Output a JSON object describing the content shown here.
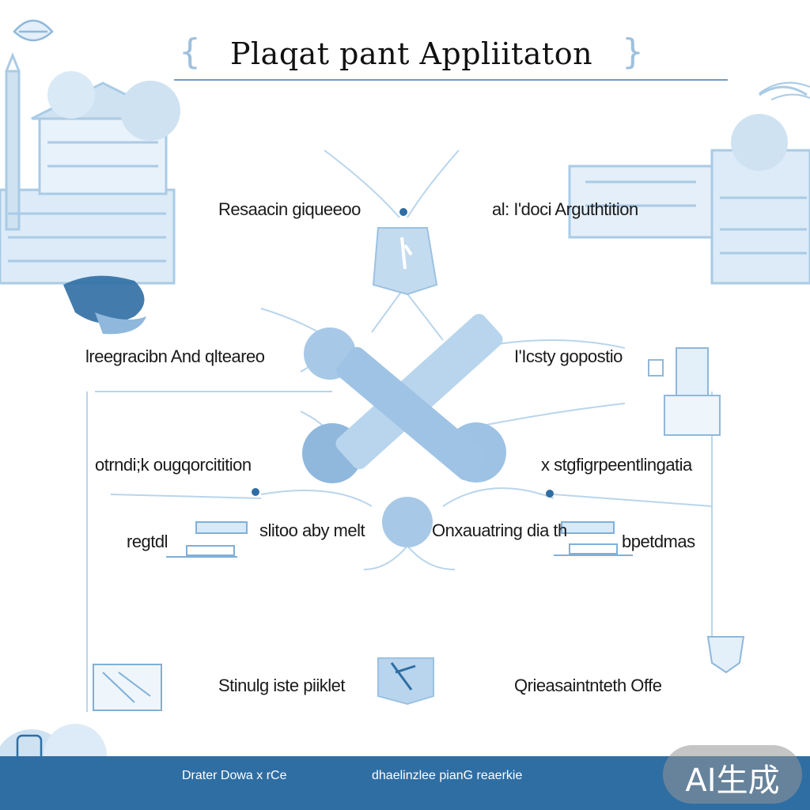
{
  "title": "Plaqat pant Appliitaton",
  "labels": {
    "top_left": "Resaacin giqueeoo",
    "top_right": "al: I'doci Arguthtition",
    "mid_left": "lreegracibn And qlteareo",
    "mid_right": "I'Icsty gopostio",
    "row3_left": "otrndi;k ougqorcitition",
    "row3_right": "x stgfigrpeentlingatia",
    "row4_far_left": "regtdl",
    "row4_left": "slitoo aby melt",
    "row4_right": "Onxauatring dia th",
    "row4_far_right": "bpetdmas",
    "bottom_left": "Stinulg iste piiklet",
    "bottom_right": "Qrieasaintnteth Offe"
  },
  "footer": {
    "text_1": "Drater Dowa x rCe",
    "text_2": "dhaelinzlee pianG reaerkie"
  },
  "watermark": "AI生成",
  "colors": {
    "accent": "#6d9ec8",
    "light": "#bcd6ec",
    "footer": "#2f6ea3",
    "ink": "#1a1a1a"
  }
}
